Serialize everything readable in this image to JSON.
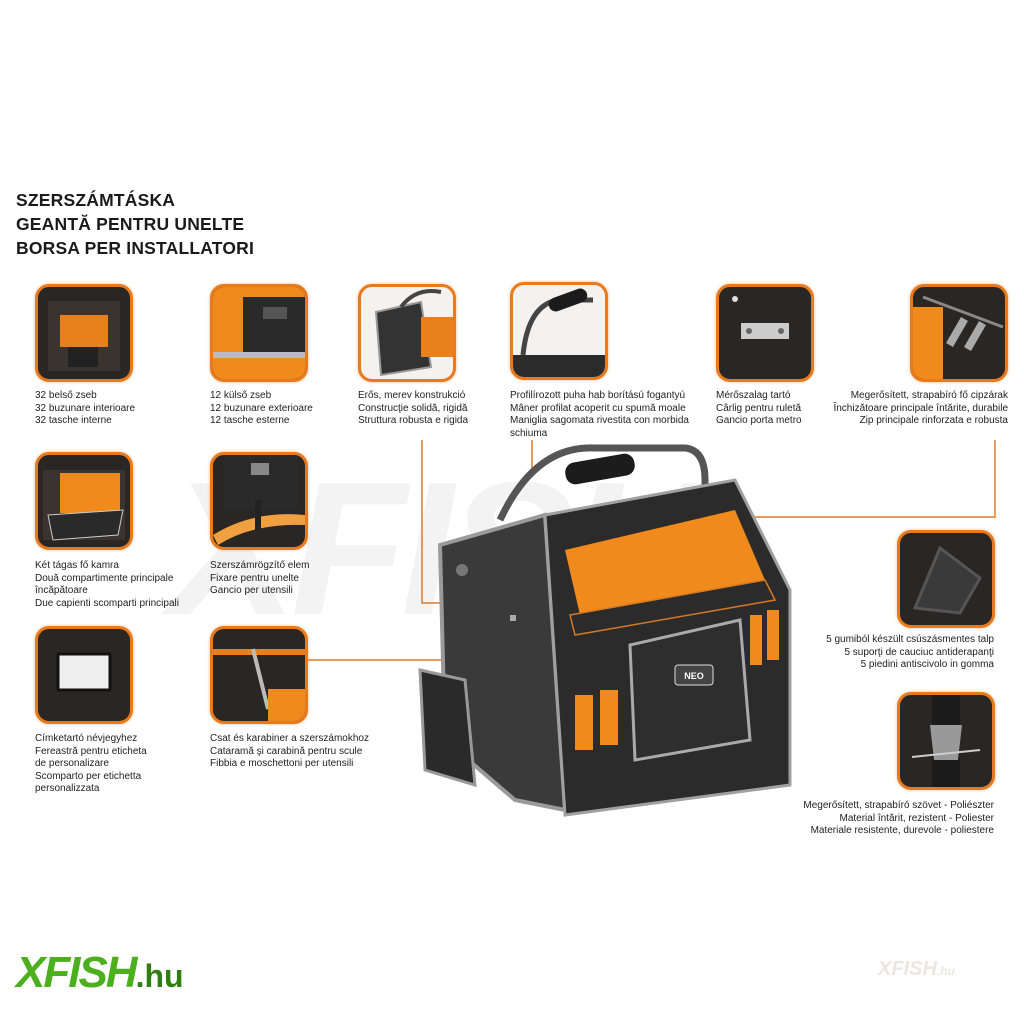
{
  "title": {
    "lines": [
      "SZERSZÁMTÁSKA",
      "GEANTĂ PENTRU UNELTE",
      "BORSA PER INSTALLATORI"
    ]
  },
  "features": [
    {
      "lines": [
        "32 belső zseb",
        "32 buzunare interioare",
        "32 tasche interne"
      ]
    },
    {
      "lines": [
        "12 külső zseb",
        "12 buzunare exterioare",
        "12 tasche esterne"
      ]
    },
    {
      "lines": [
        "Erős, merev konstrukció",
        "Construcţie solidă, rigidă",
        "Struttura robusta e rigida"
      ]
    },
    {
      "lines": [
        "Profilírozott puha hab borítású fogantyú",
        "Mâner profilat acoperit cu spumă moale",
        "Maniglia sagomata rivestita con morbida",
        "schiuma"
      ]
    },
    {
      "lines": [
        "Mérőszalag tartó",
        "Cârlig pentru ruletă",
        "Gancio porta metro"
      ]
    },
    {
      "lines": [
        "Megerősített, strapabíró fő cipzárak",
        "Închizătoare principale întărite, durabile",
        "Zip principale rinforzata e robusta"
      ]
    },
    {
      "lines": [
        "Két tágas fő kamra",
        "Două compartimente principale",
        "încăpătoare",
        "Due capienti scomparti principali"
      ]
    },
    {
      "lines": [
        "Szerszámrögzítő elem",
        "Fixare pentru unelte",
        "Gancio per utensili"
      ]
    },
    {
      "lines": [
        "Címketartó névjegyhez",
        "Fereastră pentru eticheta",
        "de personalizare",
        "Scomparto per etichetta",
        "personalizzata"
      ]
    },
    {
      "lines": [
        "Csat és karabiner a szerszámokhoz",
        "Cataramă şi carabină pentru scule",
        "Fibbia e moschettoni per utensili"
      ]
    },
    {
      "lines": [
        "5 gumiból készült csúszásmentes talp",
        "5 suporţi de cauciuc antiderapanţi",
        "5 piedini antiscivolo in gomma"
      ]
    },
    {
      "lines": [
        "Megerősített, strapabíró szövet - Poliészter",
        "Material întărit, rezistent - Poliester",
        "Materiale resistente, durevole - poliestere"
      ]
    }
  ],
  "brand": {
    "bag_logo": "NEO",
    "logo": "XFISH",
    ".hu": ".hu",
    "logo_suffix": ".hu"
  },
  "colors": {
    "accent": "#e87a1e",
    "bag": "#2b2b2b",
    "logo_green": "#4caf1e"
  }
}
